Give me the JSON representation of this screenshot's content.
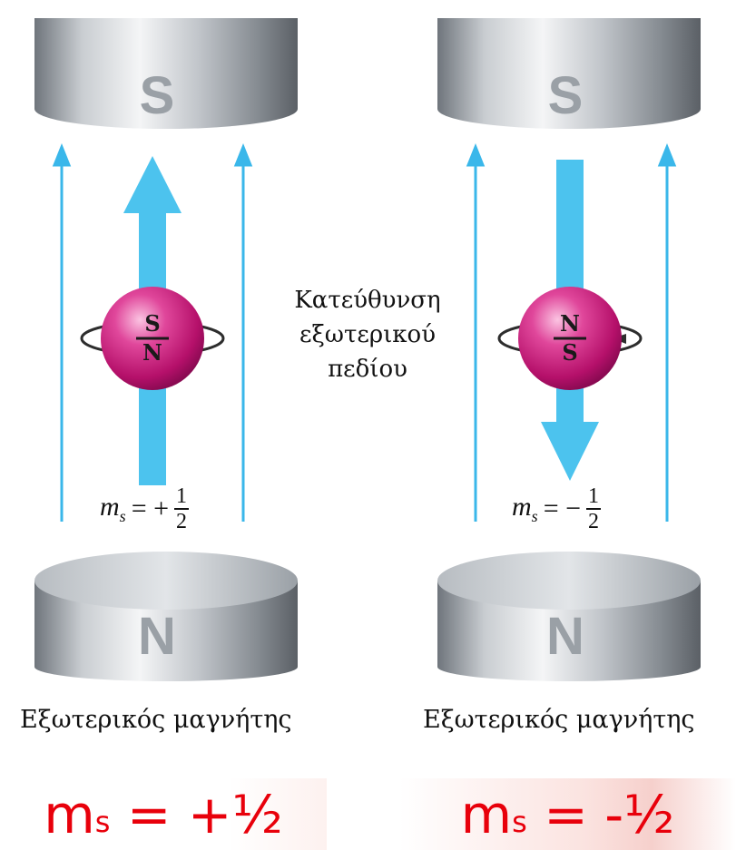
{
  "field_direction_caption": [
    "Κατεύθυνση",
    "εξωτερικού",
    "πεδίου"
  ],
  "panels": [
    {
      "top_pole": "S",
      "bottom_pole": "N",
      "sphere_top": "S",
      "sphere_bottom": "N",
      "spin_direction": "up",
      "ms_symbol": "m",
      "ms_sub": "s",
      "ms_sign": "= +",
      "ms_num": "1",
      "ms_den": "2",
      "magnet_caption": "Εξωτερικός μαγνήτης",
      "bottom_eq_main": "m",
      "bottom_eq_sub": "s",
      "bottom_eq_rest": " = +½"
    },
    {
      "top_pole": "S",
      "bottom_pole": "N",
      "sphere_top": "N",
      "sphere_bottom": "S",
      "spin_direction": "down",
      "ms_symbol": "m",
      "ms_sub": "s",
      "ms_sign": "= −",
      "ms_num": "1",
      "ms_den": "2",
      "magnet_caption": "Εξωτερικός μαγνήτης",
      "bottom_eq_main": "m",
      "bottom_eq_sub": "s",
      "bottom_eq_rest": " = -½"
    }
  ],
  "colors": {
    "field_line": "#3ab7ea",
    "spin_arrow": "#4cc3ee",
    "sphere": "#d81b7f",
    "magnet": "#9aa0a6",
    "equation_red": "#e8000b"
  }
}
